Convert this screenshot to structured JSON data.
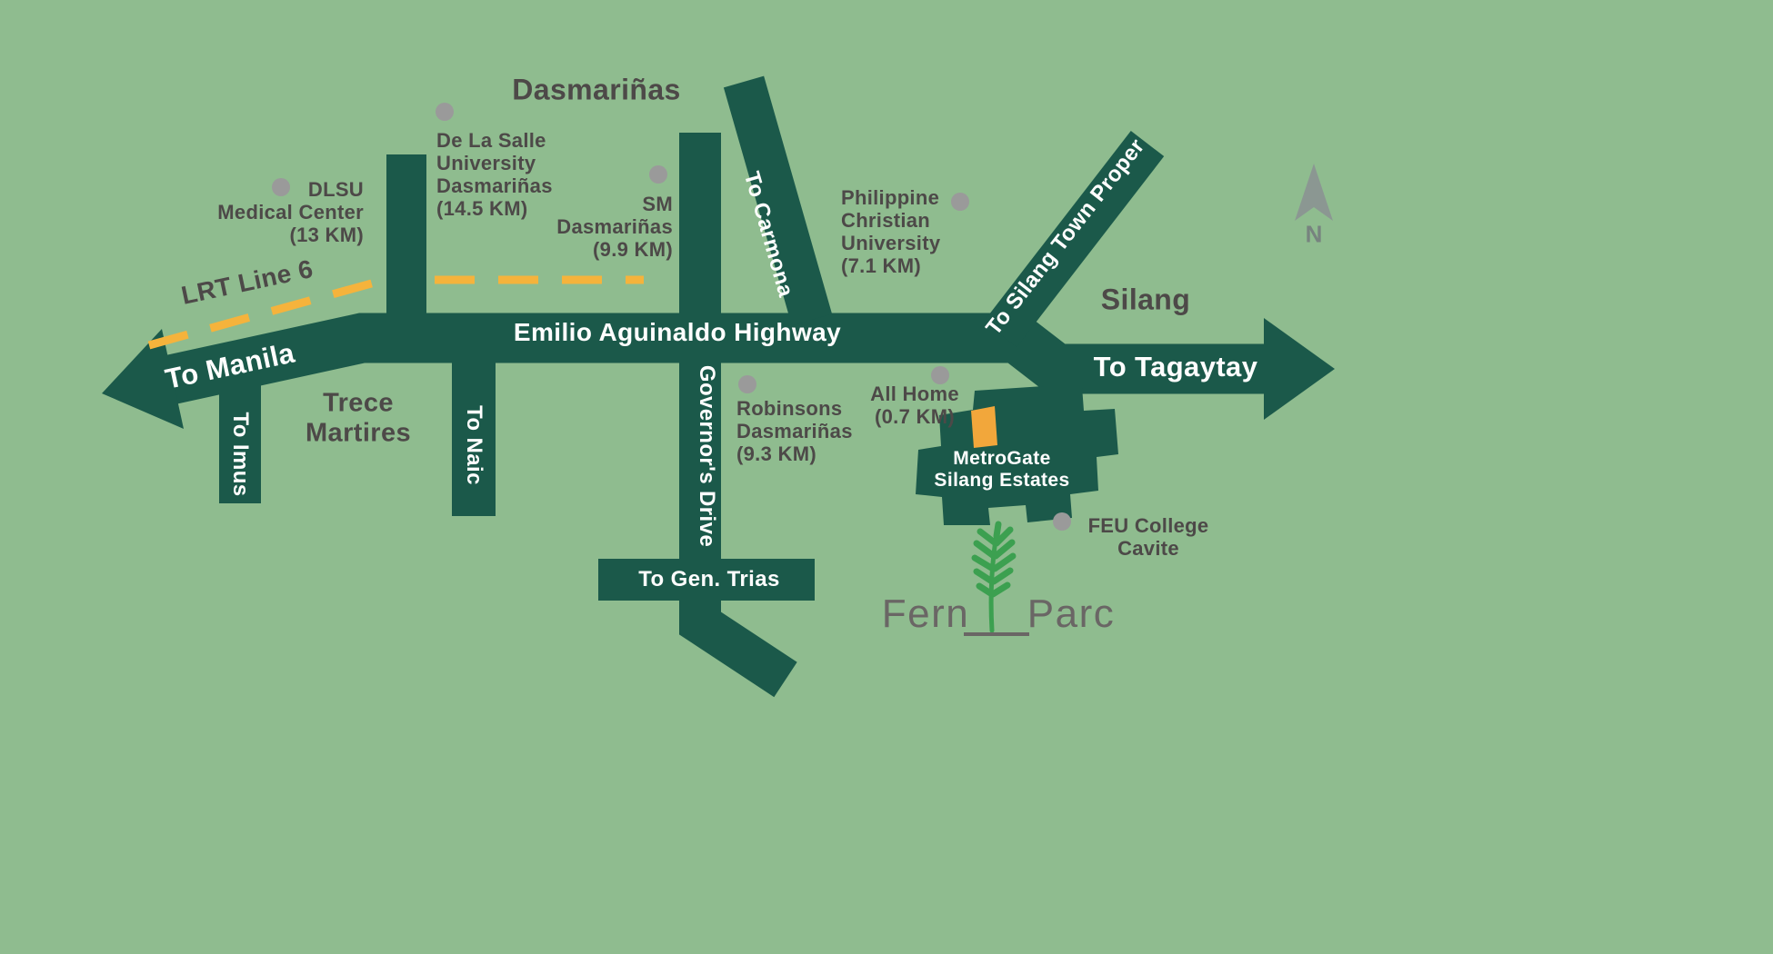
{
  "colors": {
    "background": "#8FBC8F",
    "road": "#1B594A",
    "lrt_yellow": "#F5B33C",
    "site_marker_orange": "#F2A73B",
    "poi_dot_gray": "#9A9A9A",
    "text_dark": "#4D4948",
    "text_white": "#FFFFFF",
    "compass_gray": "#8B9792",
    "fern_green": "#3CA050",
    "logo_gray": "#6A6665"
  },
  "areas": {
    "dasmarinas": "Dasmariñas",
    "silang": "Silang",
    "trece_martires": "Trece\nMartires"
  },
  "roads": {
    "highway": "Emilio Aguinaldo Highway",
    "to_manila": "To Manila",
    "to_tagaytay": "To Tagaytay",
    "to_imus": "To Imus",
    "to_naic": "To Naic",
    "governors_drive": "Governor's Drive",
    "to_carmona": "To Carmona",
    "to_silang_town_proper": "To Silang Town Proper",
    "to_gen_trias": "To Gen. Trias",
    "lrt_line_6": "LRT Line 6"
  },
  "pois": {
    "dlsu_medical": "DLSU\nMedical Center\n(13 KM)",
    "de_la_salle": "De La Salle\nUniversity\nDasmariñas\n(14.5 KM)",
    "sm_dasmarinas": "SM\nDasmariñas\n(9.9 KM)",
    "philippine_christian_university": "Philippine\nChristian\nUniversity\n(7.1 KM)",
    "robinsons": "Robinsons\nDasmariñas\n(9.3 KM)",
    "all_home": "All Home\n(0.7 KM)",
    "metrogate": "MetroGate\nSilang Estates",
    "feu_college": "FEU College\nCavite"
  },
  "compass": {
    "north": "N"
  },
  "logo": {
    "fern": "Fern",
    "parc": "Parc"
  }
}
